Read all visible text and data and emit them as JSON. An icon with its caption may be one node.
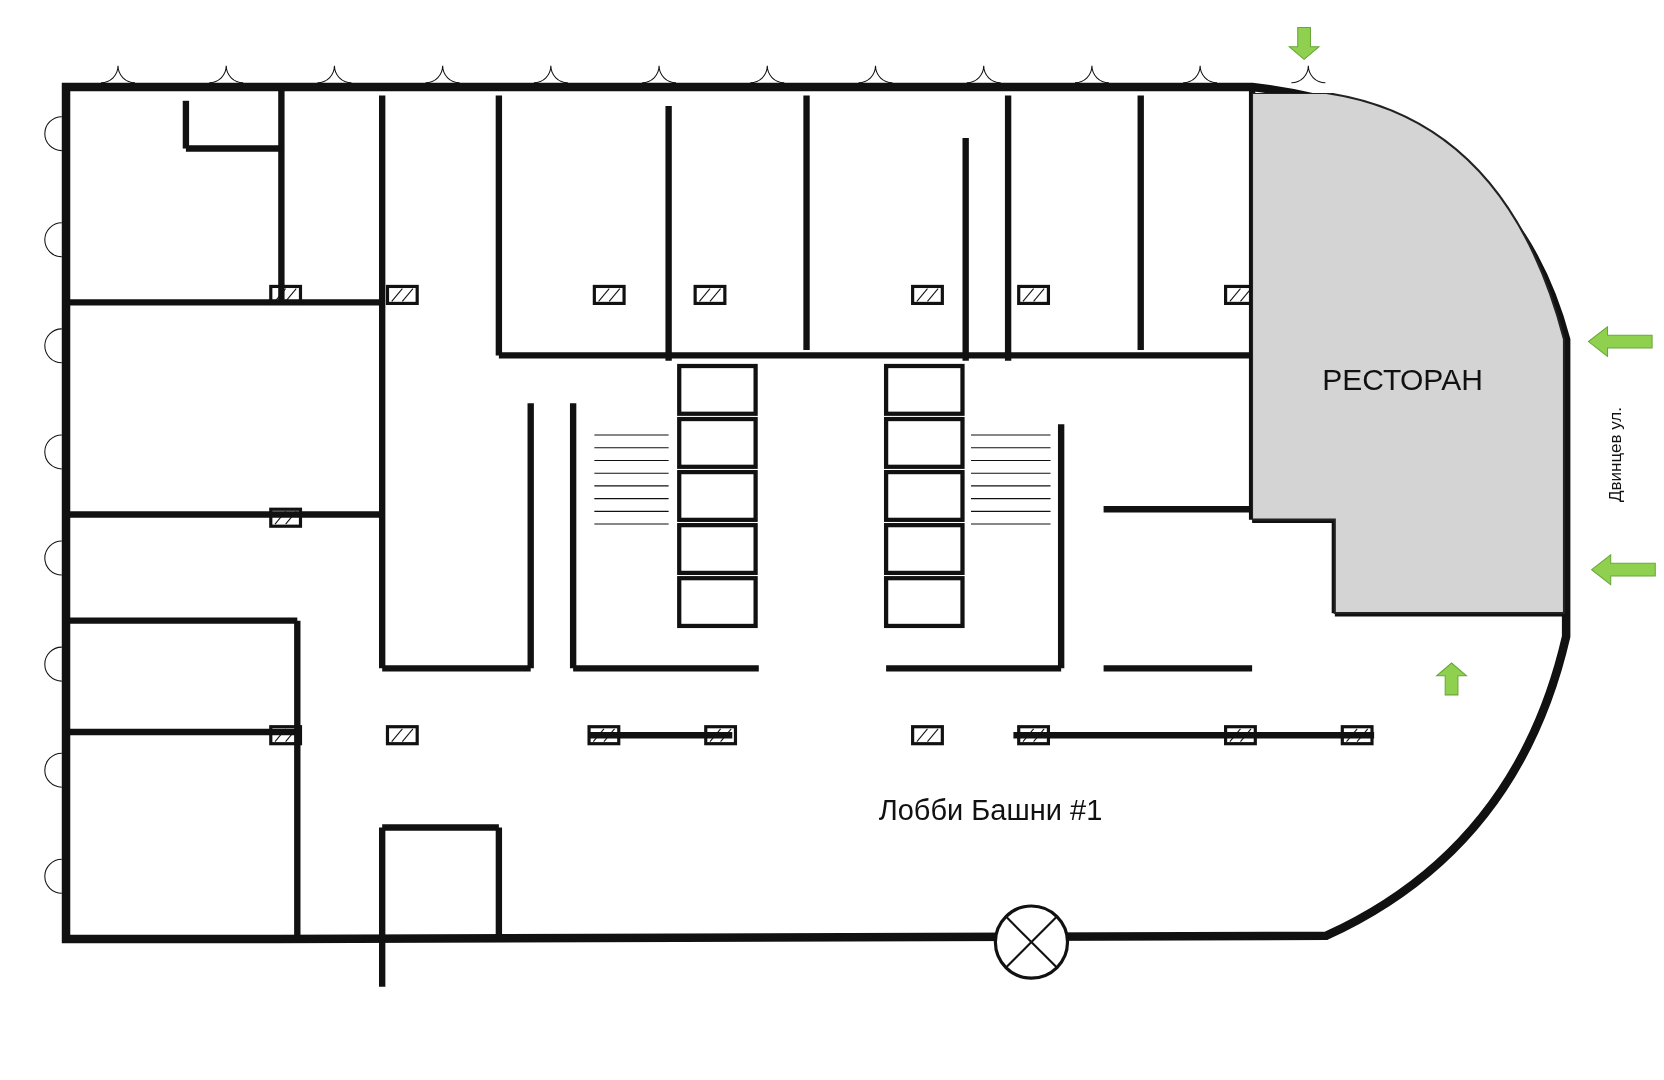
{
  "diagram": {
    "nodes": [
      {
        "text": [
          "РЕСТОРАН"
        ]
      }
    ],
    "labels": [
      "Двинцев ул.",
      "Лобби Башни #1"
    ]
  }
}
